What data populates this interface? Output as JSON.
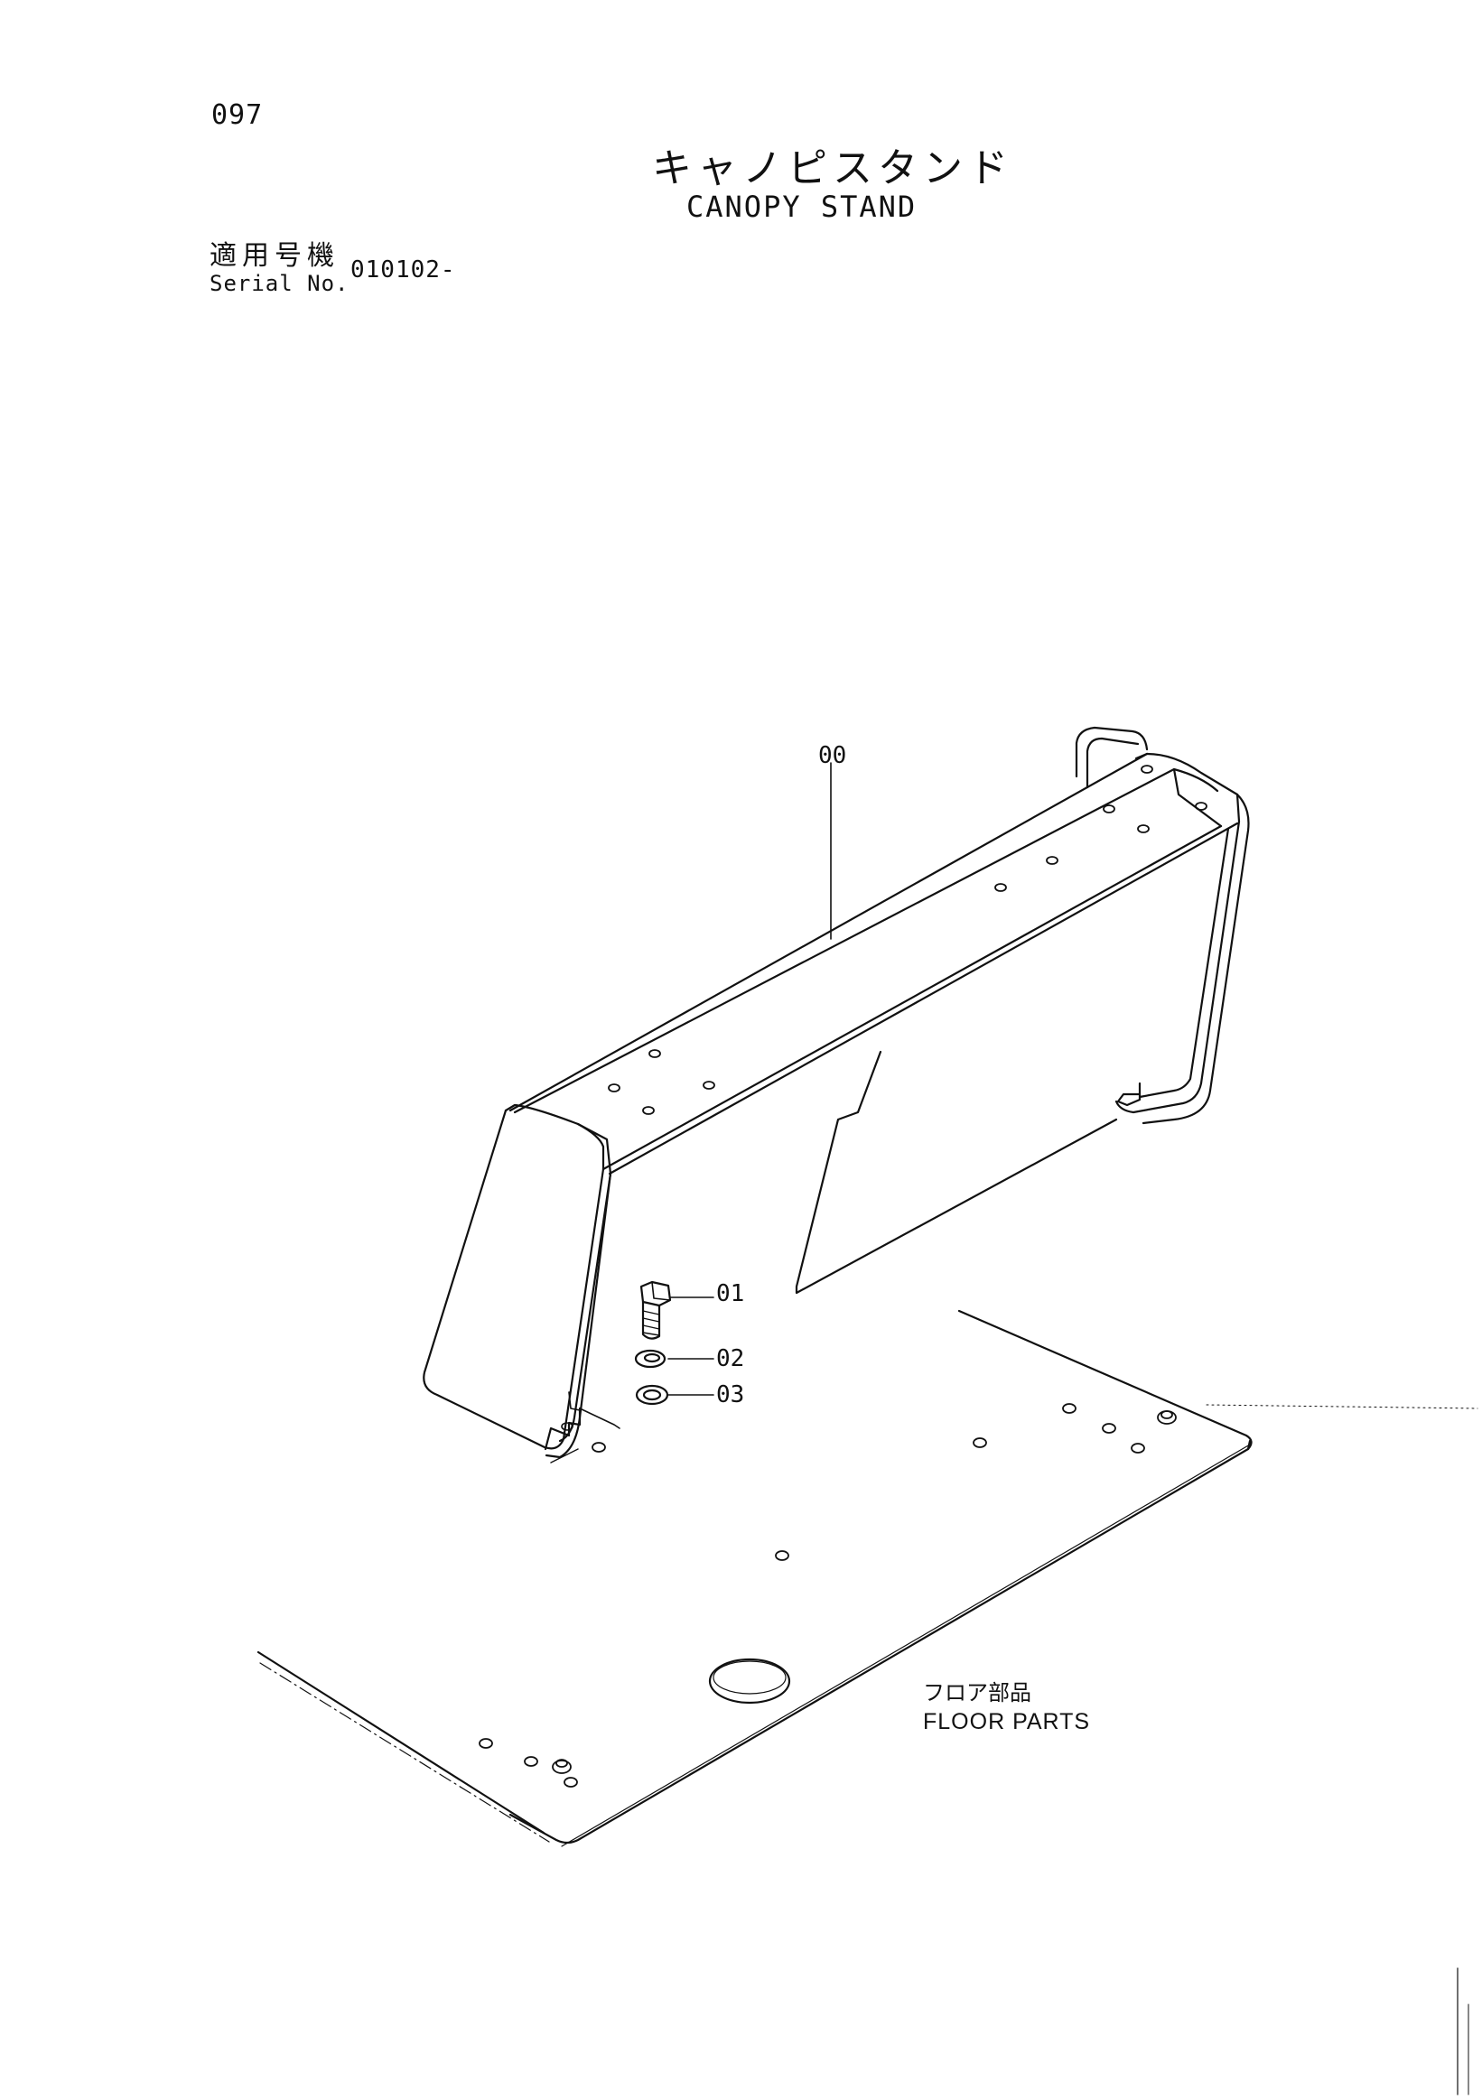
{
  "header": {
    "page_number": "097",
    "title_jp": "キャノピスタンド",
    "title_en": "CANOPY STAND",
    "serial_label_jp": "適用号機",
    "serial_label_en": "Serial No.",
    "serial_value": "010102-"
  },
  "callouts": {
    "part_00": "00",
    "part_01": "01",
    "part_02": "02",
    "part_03": "03"
  },
  "floor_note": {
    "label_jp": "フロア部品",
    "label_en": "FLOOR PARTS"
  }
}
